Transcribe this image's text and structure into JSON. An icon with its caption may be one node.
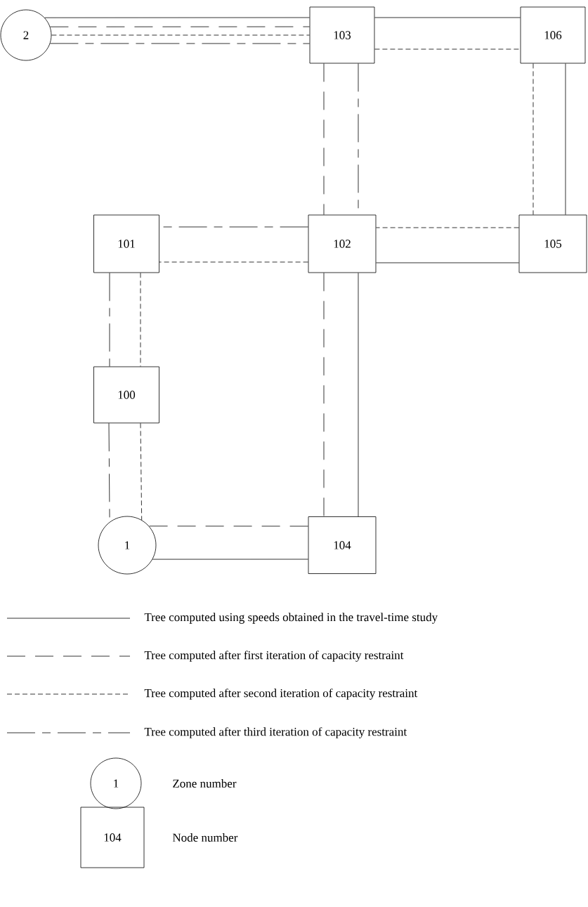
{
  "diagram": {
    "nodes": [
      {
        "text": [
          "2"
        ]
      },
      {
        "text": [
          "103"
        ]
      },
      {
        "text": [
          "106"
        ]
      },
      {
        "text": [
          "101"
        ]
      },
      {
        "text": [
          "102"
        ]
      },
      {
        "text": [
          "105"
        ]
      },
      {
        "text": [
          "100"
        ]
      },
      {
        "text": [
          "1"
        ]
      },
      {
        "text": [
          "104"
        ]
      },
      {
        "text": [
          "1"
        ],
        "beside": [
          "Zone number"
        ]
      },
      {
        "text": [
          "104"
        ],
        "beside": [
          "Node number"
        ]
      }
    ],
    "edges": [
      {
        "from": 0,
        "to": 1,
        "arrow": "none"
      },
      {
        "from": 0,
        "to": 1,
        "arrow": "none",
        "style": "dashed"
      },
      {
        "from": 0,
        "to": 1,
        "arrow": "none",
        "style": "dashed"
      },
      {
        "from": 0,
        "to": 1,
        "arrow": "none",
        "style": "dashed"
      },
      {
        "from": 1,
        "to": 2,
        "arrow": "none"
      },
      {
        "from": 1,
        "to": 2,
        "arrow": "none",
        "style": "dashed"
      },
      {
        "from": 2,
        "to": 5,
        "arrow": "none"
      },
      {
        "from": 2,
        "to": 5,
        "arrow": "none",
        "style": "dashed"
      },
      {
        "from": 5,
        "to": 4,
        "arrow": "none"
      },
      {
        "from": 5,
        "to": 4,
        "arrow": "none",
        "style": "dashed"
      },
      {
        "from": 4,
        "to": 3,
        "arrow": "none",
        "style": "dashed"
      },
      {
        "from": 4,
        "to": 3,
        "arrow": "none",
        "style": "dashed"
      },
      {
        "from": 1,
        "to": 4,
        "arrow": "none",
        "style": "dashed"
      },
      {
        "from": 1,
        "to": 4,
        "arrow": "none",
        "style": "dashed"
      },
      {
        "from": 4,
        "to": 8,
        "arrow": "none",
        "style": "dashed"
      },
      {
        "from": 4,
        "to": 8,
        "arrow": "none"
      },
      {
        "from": 8,
        "to": 7,
        "arrow": "none",
        "style": "dashed"
      },
      {
        "from": 8,
        "to": 7,
        "arrow": "none"
      },
      {
        "from": 3,
        "to": 6,
        "arrow": "none",
        "style": "dashed"
      },
      {
        "from": 3,
        "to": 6,
        "arrow": "none",
        "style": "dashed"
      },
      {
        "from": 6,
        "to": 7,
        "arrow": "none",
        "style": "dashed"
      },
      {
        "from": 6,
        "to": 7,
        "arrow": "none",
        "style": "dashed"
      }
    ],
    "legend": [
      {
        "text": "Tree computed using speeds obtained in the travel-time study"
      },
      {
        "text": "Tree computed after first iteration of capacity restraint"
      },
      {
        "text": "Tree computed after second iteration of capacity restraint"
      },
      {
        "text": "Tree computed after third iteration of capacity restraint"
      }
    ]
  }
}
